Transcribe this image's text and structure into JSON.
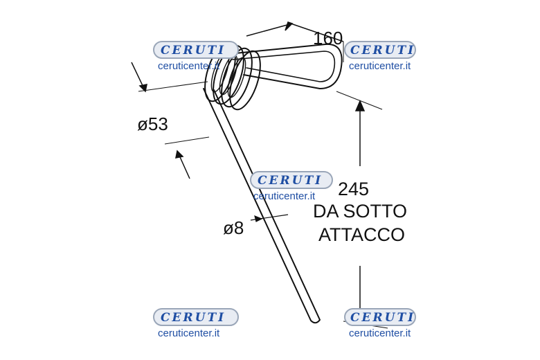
{
  "dimensions": {
    "length_top": "160",
    "coil_diameter": "ø53",
    "wire_diameter": "ø8",
    "height_value": "245",
    "height_note_line1": "DA SOTTO",
    "height_note_line2": "ATTACCO"
  },
  "watermark": {
    "brand": "CERUTI",
    "url": "ceruticenter.it",
    "colors": {
      "badge_fill": "#1f4ea3",
      "badge_border": "#9aa6b8",
      "text": "#1f4ea3"
    }
  },
  "colors": {
    "line": "#111111",
    "background": "#ffffff"
  }
}
